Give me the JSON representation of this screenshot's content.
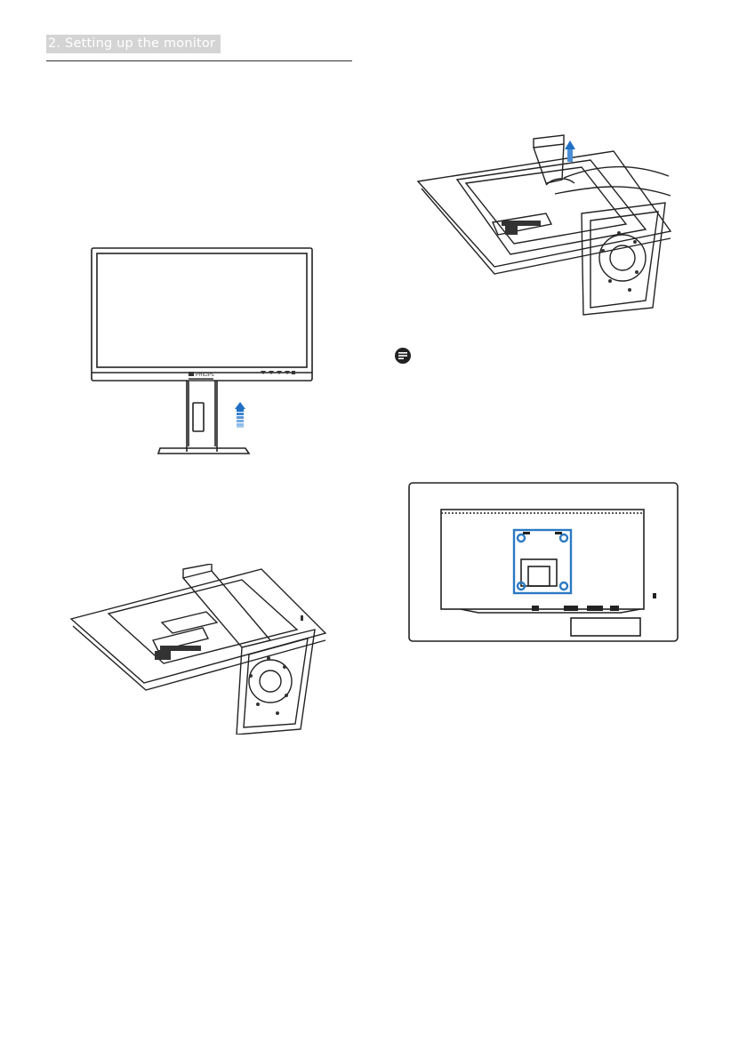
{
  "section": {
    "title": "2. Setting up the monitor"
  },
  "figures": {
    "front_view": {
      "brand": "PHILIPS",
      "arrow": "up"
    },
    "lift_stand": {
      "arrow": "up"
    },
    "rear_laid": {},
    "vesa_back": {
      "highlight_color": "#2b79c2"
    }
  },
  "note": {
    "icon": "note-icon"
  }
}
